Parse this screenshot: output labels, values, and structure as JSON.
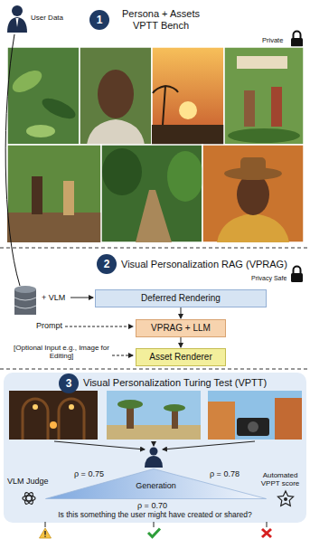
{
  "diagram": {
    "nodes": [
      {
        "text": [
          "1"
        ]
      },
      {
        "text": [
          "2"
        ]
      },
      {
        "text": [
          "Deferred Rendering"
        ]
      },
      {
        "text": [
          "VPRAG + LLM"
        ]
      },
      {
        "text": [
          "Asset Renderer"
        ]
      },
      {
        "text": [
          "3"
        ]
      },
      {
        "text": [
          "Generation"
        ]
      }
    ],
    "edges": [
      {
        "from": 2,
        "to": 3,
        "arrow": "to"
      },
      {
        "from": 3,
        "to": 4,
        "arrow": "to"
      }
    ],
    "labels": [
      "Persona + Assets VPTT Bench",
      "User Data",
      "Private",
      "Visual Personalization RAG (VPRAG)",
      "Privacy Safe",
      "+ VLM",
      "Prompt",
      "[Optional Input e.g., Image for Editing]",
      "Visual Personalization Turing Test (VPTT)",
      "ρ = 0.75",
      "ρ = 0.78",
      "VLM Judge",
      "Automated VPPT score",
      "ρ = 0.70",
      "Is this something the user might have created or shared?"
    ]
  }
}
